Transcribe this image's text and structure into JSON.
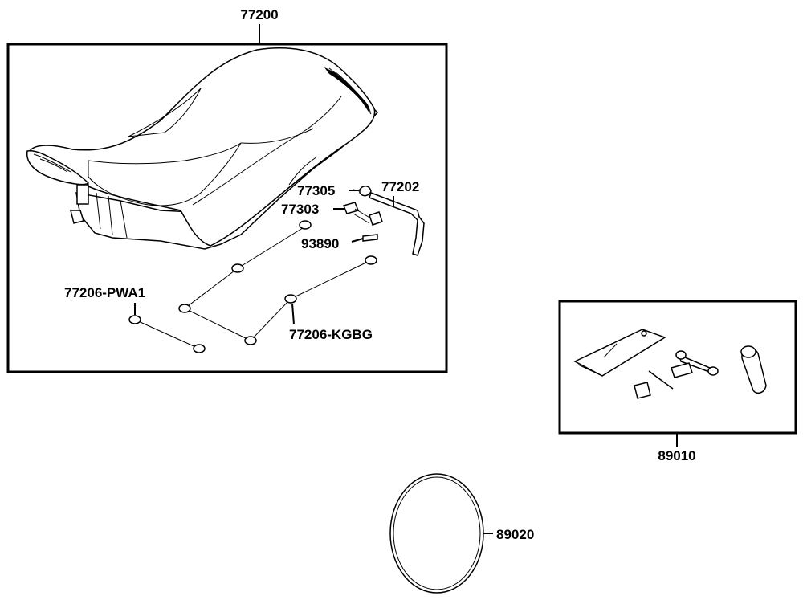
{
  "callouts": {
    "seat_assembly": "77200",
    "lock_spring": "77305",
    "lock_rod": "77202",
    "lock_bracket": "77303",
    "bolt": "93890",
    "seat_rubber_a": "77206-PWA1",
    "seat_rubber_b": "77206-KGBG",
    "tool_kit": "89010",
    "tool_kit_band": "89020"
  },
  "colors": {
    "line": "#000000",
    "background": "#ffffff"
  }
}
